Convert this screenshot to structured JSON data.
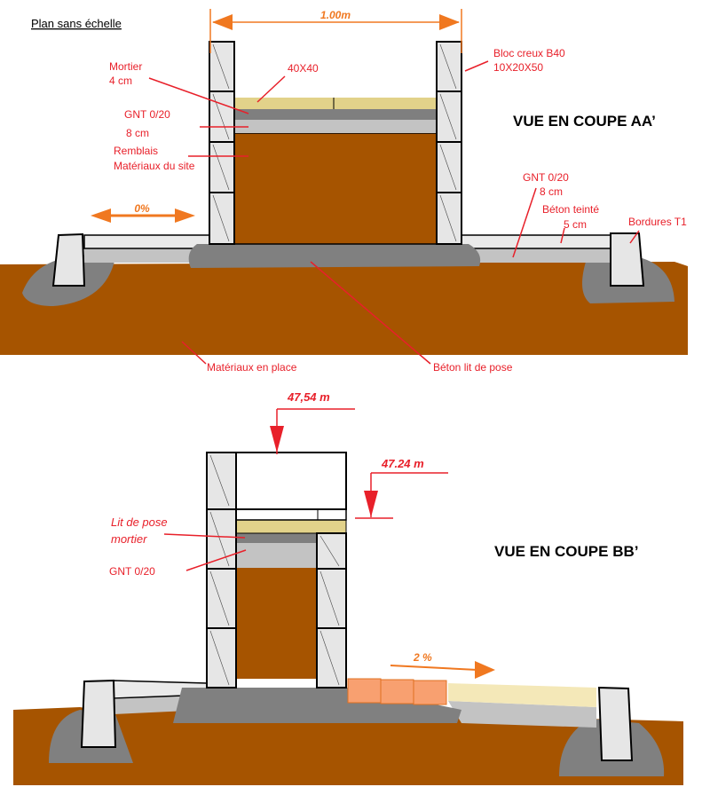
{
  "header": {
    "plan_note": "Plan sans échelle"
  },
  "section_aa": {
    "title": "VUE EN COUPE AA’",
    "dimension": "1.00m",
    "slope": "0%",
    "labels": {
      "mortier": "Mortier",
      "mortier_thickness": "4 cm",
      "tile": "40X40",
      "gnt_left": "GNT  0/20",
      "gnt_left_thickness": "8 cm",
      "remblais": "Remblais",
      "remblais_detail": "Matériaux du site",
      "bloc": "Bloc creux B40",
      "bloc_size": "10X20X50",
      "gnt_right": "GNT   0/20",
      "gnt_right_thickness": "8 cm",
      "beton_teinte": "Béton teinté",
      "beton_thickness": "5 cm",
      "bordures": "Bordures T1",
      "materiaux_place": "Matériaux en place",
      "beton_lit": "Béton lit de pose"
    }
  },
  "section_bb": {
    "title": "VUE EN COUPE BB’",
    "level_top": "47,54 m",
    "level_cover": "47.24 m",
    "slope": "2 %",
    "labels": {
      "lit_pose": "Lit de pose",
      "lit_pose_2": "mortier",
      "gnt": "GNT    0/20"
    }
  },
  "colors": {
    "soil": "#a65400",
    "concrete": "#808080",
    "gnt": "#c3c3c3",
    "tile": "#e2d28a",
    "annotation": "#e8202a",
    "arrow": "#f07820",
    "paver": "#f8a070"
  }
}
